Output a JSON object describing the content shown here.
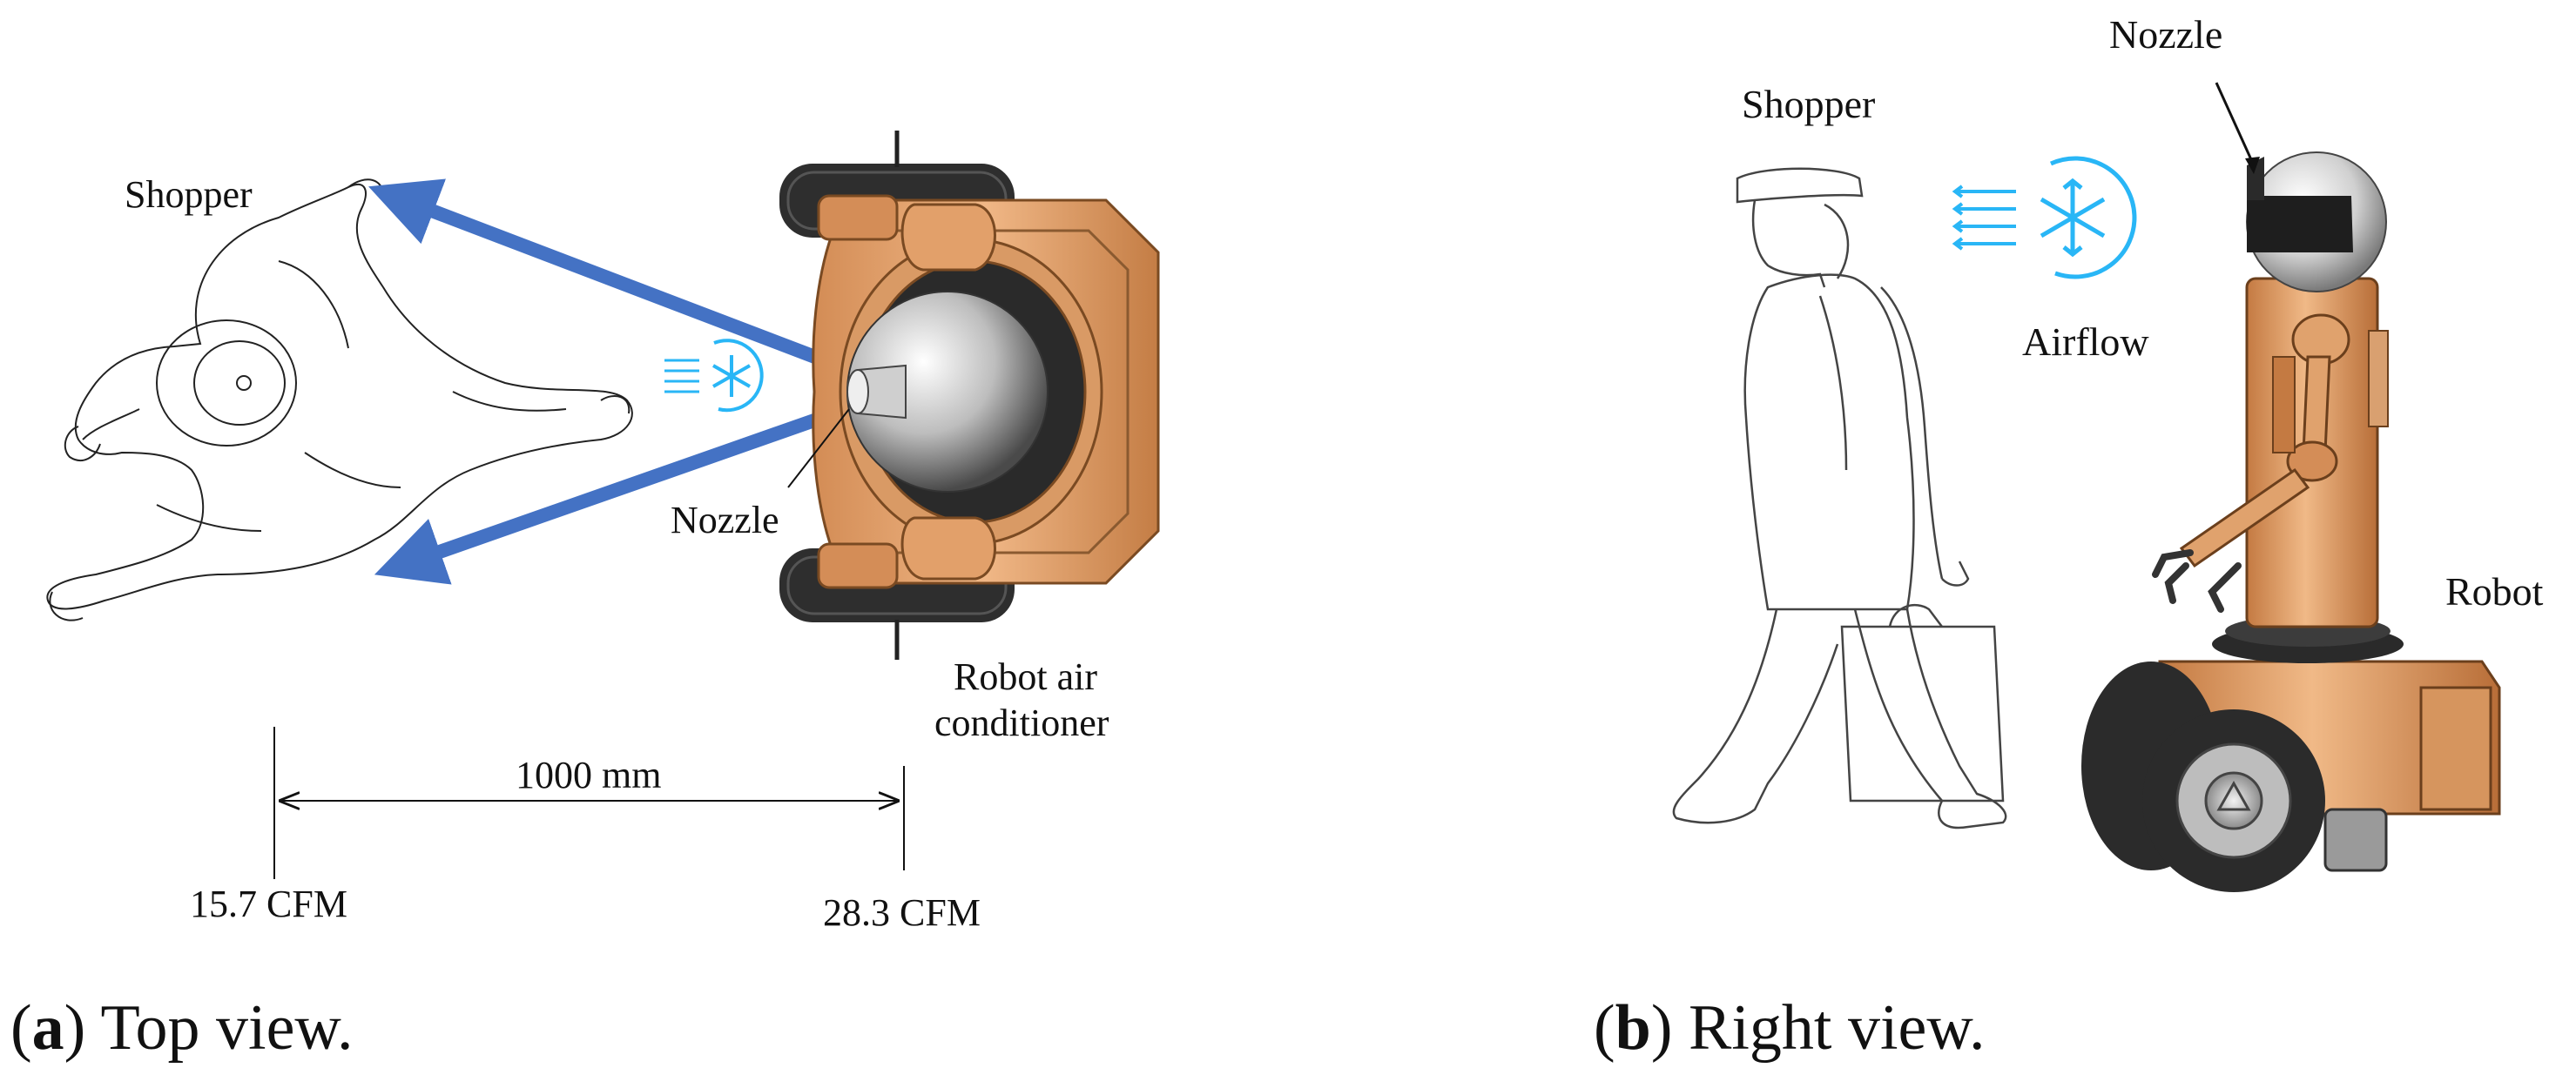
{
  "panel_a": {
    "labels": {
      "shopper": "Shopper",
      "nozzle": "Nozzle",
      "robot_line1": "Robot air",
      "robot_line2": "conditioner",
      "distance": "1000 mm",
      "cfm_far": "15.7 CFM",
      "cfm_near": "28.3 CFM"
    },
    "caption": {
      "letter": "a",
      "text": "Top view."
    },
    "colors": {
      "arrow": "#4472C4",
      "airflow": "#29B6F6",
      "robot_body": "#E6A772",
      "robot_dark": "#C98550",
      "head": "#D9D9D9",
      "wheel": "#2E2E2E"
    },
    "icons": [
      "snowflake-icon",
      "airflow-lines-icon"
    ]
  },
  "panel_b": {
    "labels": {
      "nozzle": "Nozzle",
      "shopper": "Shopper",
      "airflow": "Airflow",
      "robot": "Robot"
    },
    "caption": {
      "letter": "b",
      "text": "Right view."
    },
    "icons": [
      "snowflake-icon",
      "airflow-lines-icon"
    ]
  }
}
